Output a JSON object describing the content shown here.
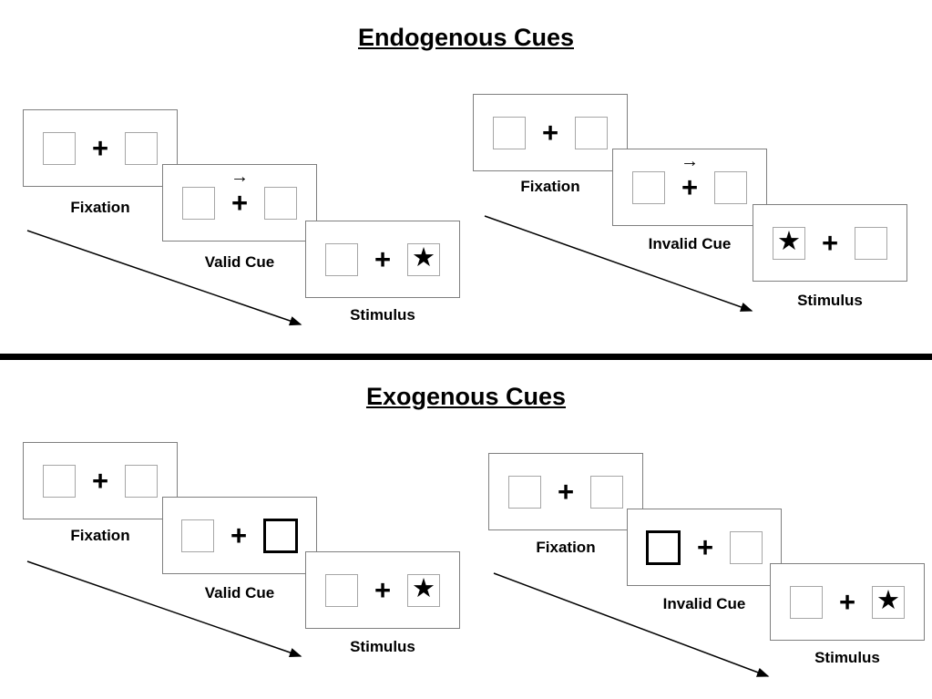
{
  "sections": [
    {
      "id": "endogenous",
      "title": "Endogenous Cues",
      "sequences": [
        {
          "name": "valid",
          "panels": [
            {
              "label": "Fixation",
              "left_box": "empty",
              "right_box": "empty",
              "center": "plus"
            },
            {
              "label": "Valid Cue",
              "left_box": "empty",
              "right_box": "empty",
              "center": "plus-with-right-arrow"
            },
            {
              "label": "Stimulus",
              "left_box": "empty",
              "right_box": "star",
              "center": "plus"
            }
          ]
        },
        {
          "name": "invalid",
          "panels": [
            {
              "label": "Fixation",
              "left_box": "empty",
              "right_box": "empty",
              "center": "plus"
            },
            {
              "label": "Invalid Cue",
              "left_box": "empty",
              "right_box": "empty",
              "center": "plus-with-right-arrow"
            },
            {
              "label": "Stimulus",
              "left_box": "star",
              "right_box": "empty",
              "center": "plus"
            }
          ]
        }
      ]
    },
    {
      "id": "exogenous",
      "title": "Exogenous Cues",
      "sequences": [
        {
          "name": "valid",
          "panels": [
            {
              "label": "Fixation",
              "left_box": "empty",
              "right_box": "empty",
              "center": "plus"
            },
            {
              "label": "Valid Cue",
              "left_box": "empty",
              "right_box": "thick-outline",
              "center": "plus"
            },
            {
              "label": "Stimulus",
              "left_box": "empty",
              "right_box": "star",
              "center": "plus"
            }
          ]
        },
        {
          "name": "invalid",
          "panels": [
            {
              "label": "Fixation",
              "left_box": "empty",
              "right_box": "empty",
              "center": "plus"
            },
            {
              "label": "Invalid Cue",
              "left_box": "thick-outline",
              "right_box": "empty",
              "center": "plus"
            },
            {
              "label": "Stimulus",
              "left_box": "empty",
              "right_box": "star",
              "center": "plus"
            }
          ]
        }
      ]
    }
  ],
  "symbols": {
    "plus": "+",
    "cue_arrow": "→",
    "star": "★"
  },
  "colors": {
    "panel_border": "#7f7f7f",
    "box_border": "#a6a6a6",
    "ink": "#000000",
    "divider": "#000000"
  }
}
